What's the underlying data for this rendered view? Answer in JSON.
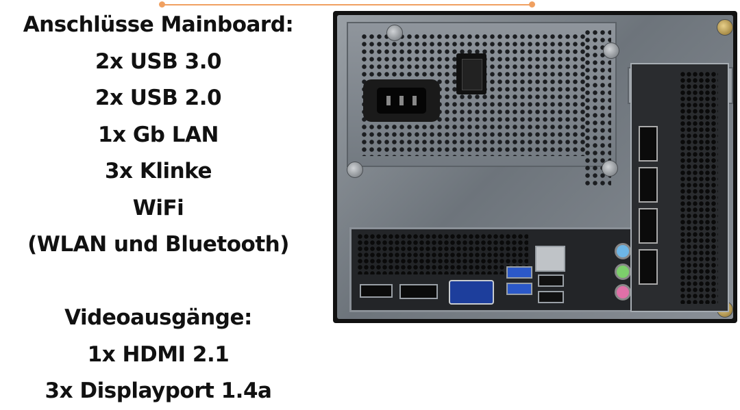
{
  "specs": {
    "heading": "Anschlüsse Mainboard:",
    "ports": [
      "2x USB 3.0",
      "2x USB 2.0",
      "1x Gb LAN",
      "3x Klinke",
      "WiFi",
      "(WLAN und Bluetooth)"
    ],
    "video_heading": "Videoausgänge:",
    "video_ports": [
      "1x HDMI 2.1",
      "3x Displayport 1.4a"
    ]
  },
  "colors": {
    "text": "#111111",
    "accent_line": "#f0a060",
    "background": "#ffffff"
  },
  "image": {
    "subject": "pc-rear-panel"
  }
}
